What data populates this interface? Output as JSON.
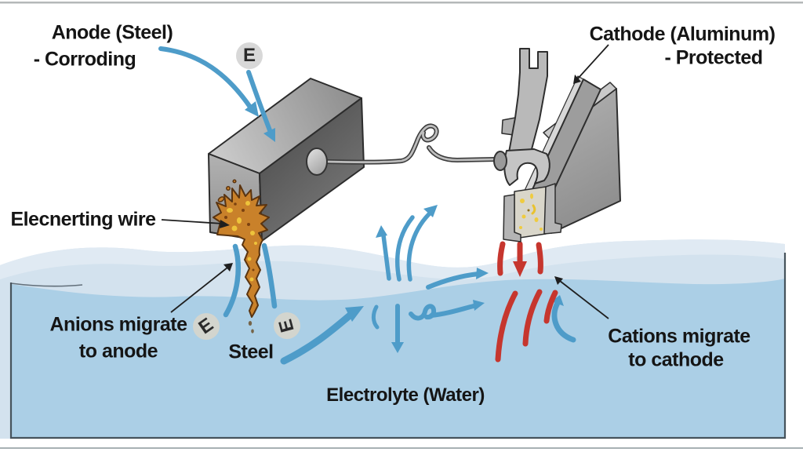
{
  "labels": {
    "anode_line1": "Anode (Steel)",
    "anode_line2": "- Corroding",
    "cathode_line1": "Cathode (Aluminum)",
    "cathode_line2": "- Protected",
    "connecting_wire": "Elecnerting wire",
    "anions_line1": "Anions migrate",
    "anions_line2": "to anode",
    "steel": "Steel",
    "cations_line1": "Cations migrate",
    "cations_line2": "to cathode",
    "electrolyte": "Electrolyte (Water)"
  },
  "symbols": {
    "electron_top": "E",
    "electron_anode": "E",
    "electron_cathode": "E"
  },
  "colors": {
    "blue-arrow": "#4e9cc9",
    "red-arrow": "#c6362e",
    "water-light": "#d3e2ee",
    "water-lighter": "#e0eaf3",
    "water-mid": "#abcfe6",
    "tank-border": "#46535c",
    "text": "#151515",
    "rust": "#c9812a",
    "rust-outline": "#5a3410",
    "rust-speckle": "#eec33b",
    "protected-speckle": "#efcb3f",
    "pointer": "#1e1e1e"
  }
}
